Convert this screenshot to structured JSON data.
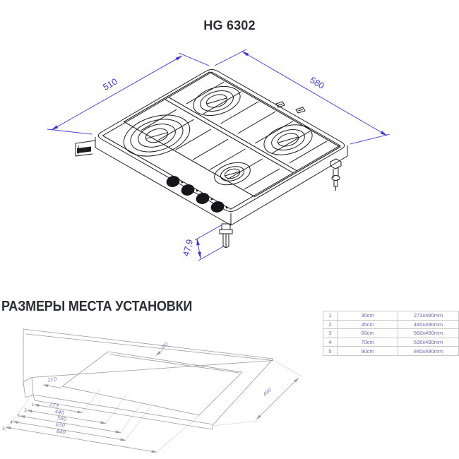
{
  "title": "HG 6302",
  "hob": {
    "width_dim": "510",
    "depth_dim": "580",
    "height_dim": "47,9"
  },
  "installation": {
    "heading": "РАЗМЕРЫ МЕСТА УСТАНОВКИ",
    "labels": {
      "rear_offset": "60",
      "front_offset": "110",
      "cutout_depth": "490"
    },
    "row_indices": [
      "1",
      "2",
      "3",
      "4",
      "5"
    ],
    "cutout_widths": [
      "273",
      "440",
      "560",
      "630",
      "840"
    ]
  },
  "size_table": {
    "rows": [
      {
        "index": "1",
        "hob_size": "30cm",
        "cutout": "273x490mm"
      },
      {
        "index": "2",
        "hob_size": "45cm",
        "cutout": "440x490mm"
      },
      {
        "index": "3",
        "hob_size": "60cm",
        "cutout": "560x490mm"
      },
      {
        "index": "4",
        "hob_size": "70cm",
        "cutout": "630x490mm"
      },
      {
        "index": "5",
        "hob_size": "90cm",
        "cutout": "840x490mm"
      }
    ]
  },
  "colors": {
    "dimension_blue": "#3a3ad0",
    "drawing_black": "#1d1d1f",
    "install_gray": "#9a9a9a",
    "install_label": "#7a7ab2",
    "table_text": "#6a6aaa"
  }
}
